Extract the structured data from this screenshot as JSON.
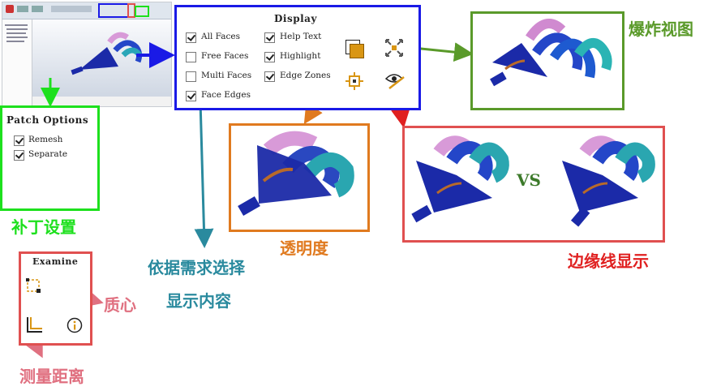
{
  "display_panel": {
    "title": "Display",
    "checkboxes": [
      {
        "label": "All Faces",
        "checked": true
      },
      {
        "label": "Free Faces",
        "checked": false
      },
      {
        "label": "Multi Faces",
        "checked": false
      },
      {
        "label": "Face Edges",
        "checked": true
      },
      {
        "label": "Help Text",
        "checked": true
      },
      {
        "label": "Highlight",
        "checked": true
      },
      {
        "label": "Edge Zones",
        "checked": true
      }
    ]
  },
  "patch_panel": {
    "title": "Patch Options",
    "checkboxes": [
      {
        "label": "Remesh",
        "checked": true
      },
      {
        "label": "Separate",
        "checked": true
      }
    ]
  },
  "examine_panel": {
    "title": "Examine"
  },
  "annotations": {
    "exploded_view": "爆炸视图",
    "patch_settings": "补丁设置",
    "choose_line1": "依据需求选择",
    "choose_line2": "显示内容",
    "transparency": "透明度",
    "edge_display": "边缘线显示",
    "centroid": "质心",
    "measure_distance": "测量距离",
    "vs": "VS"
  },
  "colors": {
    "blue": "#1a1ae6",
    "green": "#1de01d",
    "orange": "#e07a1f",
    "red": "#e05050",
    "olive": "#5a9a2a",
    "teal": "#2a8a9e",
    "pink": "#e07080"
  }
}
